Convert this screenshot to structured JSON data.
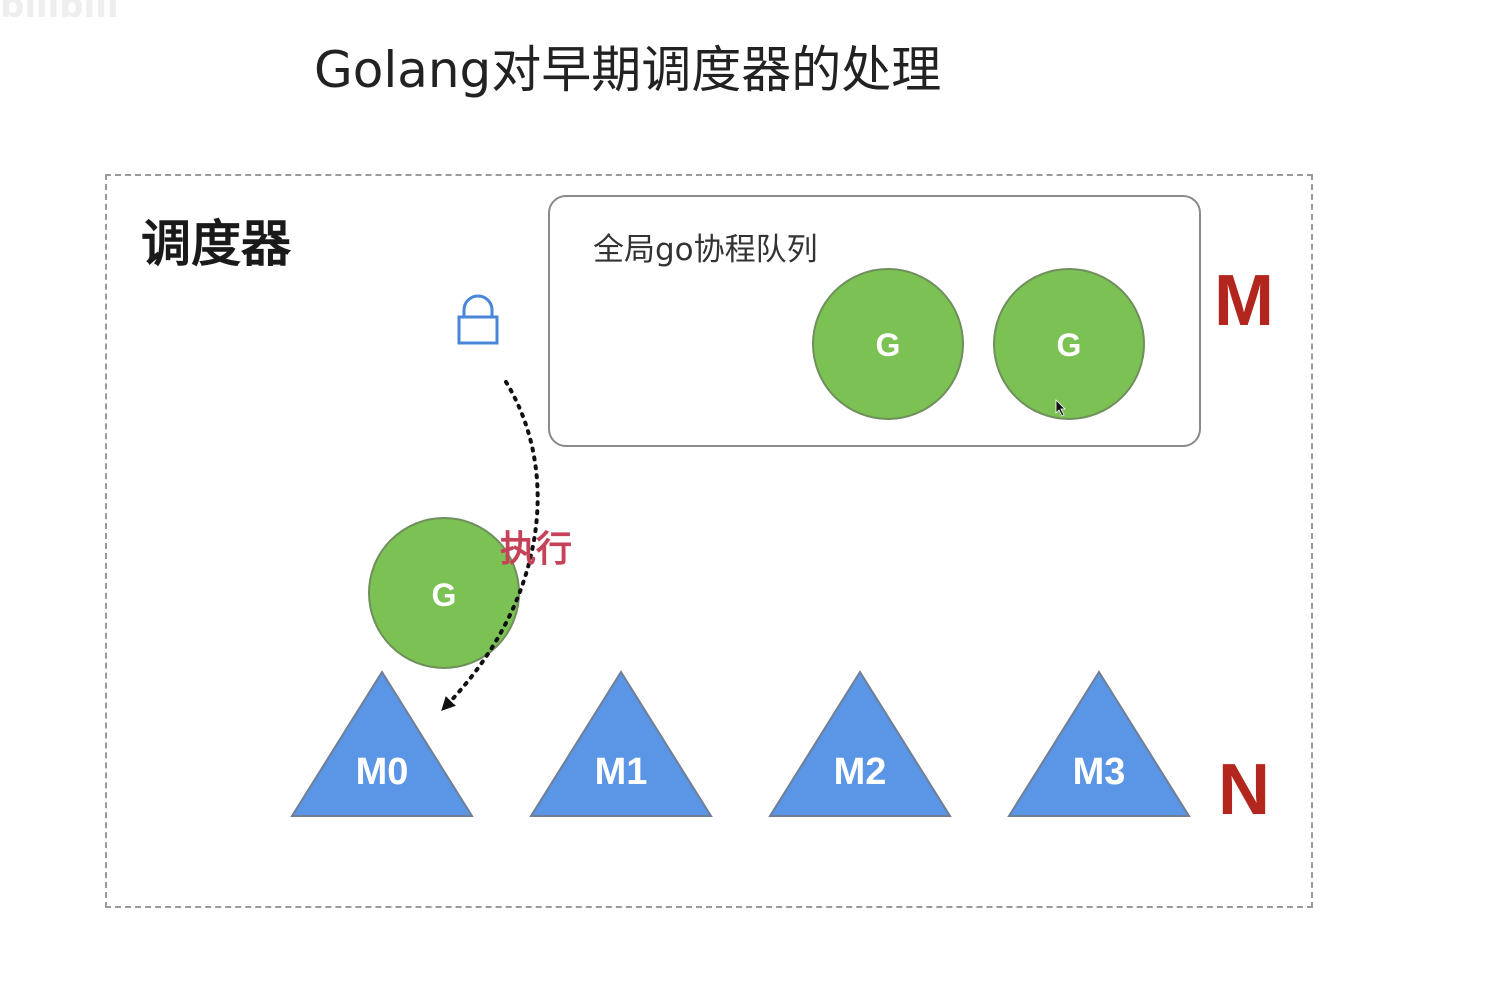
{
  "watermark": "bilibili",
  "title": "Golang对早期调度器的处理",
  "scheduler": {
    "label": "调度器"
  },
  "global_queue": {
    "label": "全局go协程队列",
    "goroutines": [
      "G",
      "G"
    ]
  },
  "executing_goroutine": {
    "label": "G",
    "action_label": "执行"
  },
  "threads": [
    "M0",
    "M1",
    "M2",
    "M3"
  ],
  "m_label": "M",
  "n_label": "N",
  "colors": {
    "goroutine_fill": "#7bc154",
    "goroutine_stroke": "#6f8f5c",
    "thread_fill": "#5b95e5",
    "lock": "#4a86d8",
    "accent_red": "#b3261e",
    "exec_red": "#c64258"
  },
  "icons": {
    "lock": "lock-icon",
    "cursor": "mouse-cursor-icon"
  }
}
